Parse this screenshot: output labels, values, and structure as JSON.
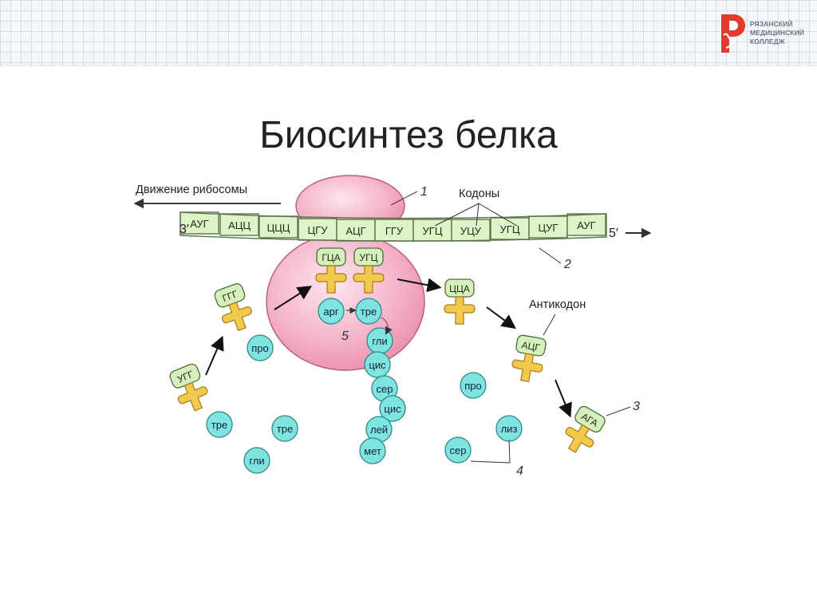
{
  "header": {
    "logo": {
      "line1": "РЯЗАНСКИЙ",
      "line2": "МЕДИЦИНСКИЙ",
      "line3": "КОЛЛЕДЖ"
    }
  },
  "title": "Биосинтез белка",
  "diagram": {
    "movement_label": "Движение рибосомы",
    "codons_label": "Кодоны",
    "anticodon_label": "Антикодон",
    "end3": "3′",
    "end5": "5′",
    "callouts": [
      "1",
      "2",
      "3",
      "4",
      "5"
    ],
    "mrna_codons": [
      "АУГ",
      "АЦЦ",
      "ЦЦЦ",
      "ЦГУ",
      "АЦГ",
      "ГГУ",
      "УГЦ",
      "УЦУ",
      "УГЦ",
      "ЦУГ",
      "АУГ"
    ],
    "trnas": {
      "p_site": {
        "anticodon": "ГЦА",
        "amino": "арг"
      },
      "a_site": {
        "anticodon": "УГЦ",
        "amino": "тре"
      },
      "incoming_1": {
        "anticodon": "ГГГ",
        "amino": "про"
      },
      "incoming_2": {
        "anticodon": "УГГ",
        "amino": "тре"
      },
      "leaving": {
        "anticodon": "ЦЦА"
      },
      "free_1": {
        "anticodon": "АЦГ"
      },
      "free_2": {
        "anticodon": "АГА"
      }
    },
    "peptide_chain": [
      "гли",
      "цис",
      "сер",
      "цис",
      "лей",
      "мет"
    ],
    "free_amino_acids": [
      "тре",
      "гли",
      "про",
      "лиз",
      "сер"
    ]
  },
  "colors": {
    "ribosome": "#ee9cb4",
    "mrna_fill": "#def3c8",
    "mrna_stroke": "#58754a",
    "trna_fill": "#f2c94c",
    "anticodon_fill": "#d6f0bd",
    "amino_fill": "#7fe3e0",
    "logo_red": "#e23a2c"
  }
}
